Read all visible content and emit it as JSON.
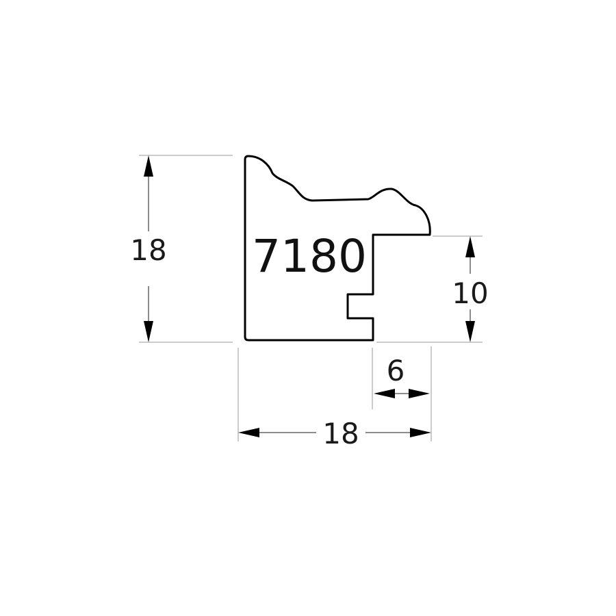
{
  "profile": {
    "model_number": "7180"
  },
  "dimensions": {
    "height_total": "18",
    "width_total": "18",
    "rabbet_height": "10",
    "rabbet_width": "6"
  }
}
